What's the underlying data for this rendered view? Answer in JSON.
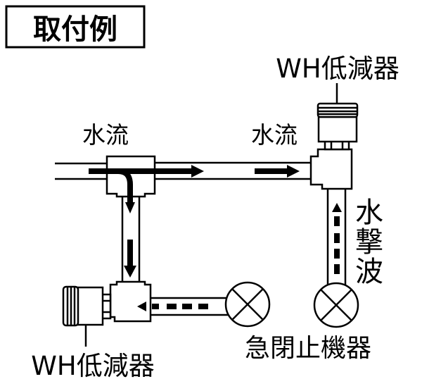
{
  "title": "取付例",
  "labels": {
    "flow_left": "水流",
    "flow_right": "水流",
    "reducer_top": "WH低減器",
    "reducer_bottom": "WH低減器",
    "water_hammer": [
      "水",
      "撃",
      "波"
    ],
    "quick_close_device": "急閉止機器"
  }
}
